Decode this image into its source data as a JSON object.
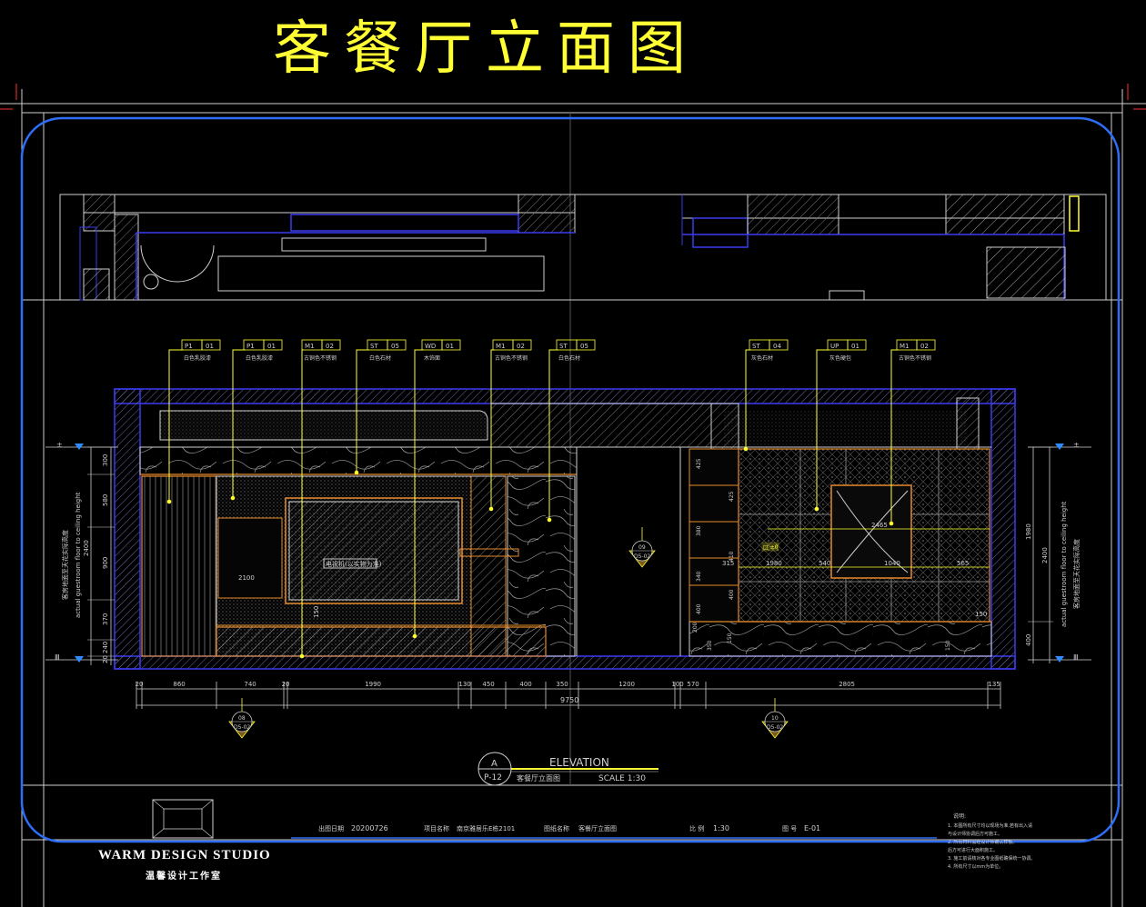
{
  "drawing": {
    "title": "客餐厅立面图",
    "elevation": {
      "id": "A",
      "sheet": "P-12",
      "label": "ELEVATION",
      "subtitle": "客餐厅立面图",
      "scale": "SCALE 1:30"
    },
    "material_tags": [
      {
        "code": "P1",
        "num": "01",
        "desc": "白色乳胶漆"
      },
      {
        "code": "P1",
        "num": "01",
        "desc": "白色乳胶漆"
      },
      {
        "code": "M1",
        "num": "02",
        "desc": "古铜色不锈钢"
      },
      {
        "code": "ST",
        "num": "05",
        "desc": "白色石材"
      },
      {
        "code": "WD",
        "num": "01",
        "desc": "木饰面"
      },
      {
        "code": "M1",
        "num": "02",
        "desc": "古铜色不锈钢"
      },
      {
        "code": "ST",
        "num": "05",
        "desc": "白色石材"
      },
      {
        "code": "ST",
        "num": "04",
        "desc": "灰色石材"
      },
      {
        "code": "UP",
        "num": "01",
        "desc": "灰色硬包"
      },
      {
        "code": "M1",
        "num": "02",
        "desc": "古铜色不锈钢"
      }
    ],
    "bottom_dims": [
      "20",
      "860",
      "740",
      "20",
      "1990",
      "130",
      "450",
      "400",
      "350",
      "1200",
      "100",
      "570",
      "2805",
      "135"
    ],
    "total_dim": "9750",
    "left_vertical_dims": [
      "300",
      "580",
      "900",
      "370",
      "240",
      "20"
    ],
    "left_total": "2400",
    "right_vertical_dims": [
      "1980",
      "400"
    ],
    "right_total": "2400",
    "ceiling_height_label_en": "actual guestroom floor to ceiling height",
    "ceiling_height_label_cn": "客房地面至天花实际高度",
    "level_labels": {
      "left_top": "±",
      "left_bottom": "Ⅲ",
      "right_top": "±",
      "right_bottom": "Ⅲ"
    },
    "tv_label": "电视机(以实物为准)",
    "inner_dims": {
      "tv_width": "2100",
      "tv_side": "150",
      "frame_width": "2465",
      "r_150": "150",
      "r_1980": "1980",
      "r_540": "540",
      "r_1040": "1040",
      "r_565": "565",
      "r_315": "315",
      "shelf_dims": [
        "425",
        "425",
        "380",
        "410",
        "340",
        "400",
        "400"
      ],
      "small_dims": [
        "200",
        "150",
        "350",
        "150"
      ]
    },
    "detail_callouts": [
      {
        "num": "08",
        "sheet": "D5-02"
      },
      {
        "num": "09",
        "sheet": "D5-02"
      },
      {
        "num": "10",
        "sheet": "D5-02"
      }
    ],
    "section_tag": "□ ±0",
    "title_block": {
      "date_label": "出图日期",
      "date": "20200726",
      "project_label": "项目名称",
      "project": "南京雅居乐E栋2101",
      "drawing_label": "图纸名称",
      "drawing": "客餐厅立面图",
      "scale_label": "比 例",
      "scale": "1:30",
      "number_label": "图 号",
      "number": "E-01"
    },
    "notes": {
      "title": "说明:",
      "lines": [
        "1. 本图所有尺寸均以现场为准,若有出入请",
        "   与设计师协调后方可施工。",
        "2. 所有材料需经设计师确认样板。",
        "   后方可进行大面积施工。",
        "3. 施工前请核对各专业图纸确保统一协调。",
        "4. 所有尺寸以mm为单位。"
      ]
    },
    "studio": {
      "name": "WARM DESIGN STUDIO",
      "name_cn": "温馨设计工作室"
    }
  }
}
